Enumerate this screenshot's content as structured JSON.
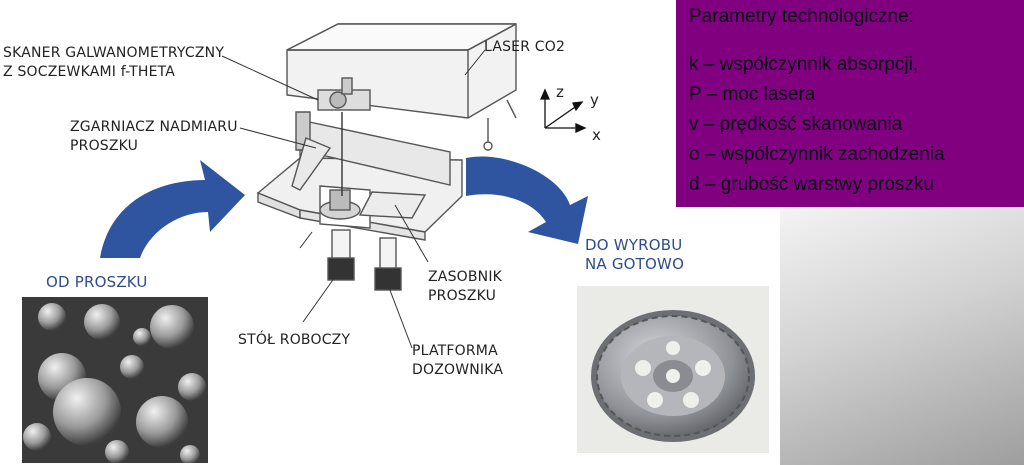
{
  "params": {
    "title": "Parametry technologiczne:",
    "items": [
      "k – współczynnik absorpcji,",
      "P – moc lasera",
      "v – prędkość skanowania",
      "o – współczynnik zachodzenia",
      "d – grubość warstwy proszku"
    ],
    "background": "#800080"
  },
  "labels": {
    "scanner": "SKANER GALWANOMETRYCZNY\nZ SOCZEWKAMI f-THETA",
    "laser": "LASER CO2",
    "scraper": "ZGARNIACZ NADMIARU\nPROSZKU",
    "from_powder": "OD PROSZKU",
    "to_product": "DO WYROBU\nNA GOTOWO",
    "reservoir": "ZASOBNIK\nPROSZKU",
    "table": "STÓŁ ROBOCZY",
    "platform": "PLATFORMA\nDOZOWNIKA"
  },
  "axes": {
    "z": "z",
    "y": "y",
    "x": "x"
  },
  "colors": {
    "arrow_blue": "#2f54a0"
  }
}
